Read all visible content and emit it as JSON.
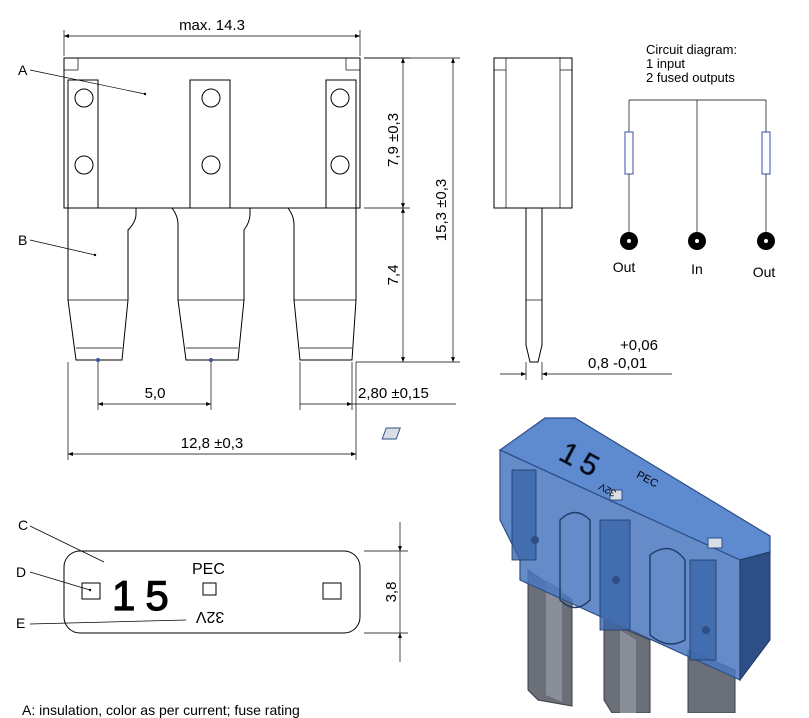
{
  "front_view": {
    "max_width": "max. 14.3",
    "label_a": "A",
    "label_b": "B",
    "dim_upper": "7,9 ±0,3",
    "dim_lower": "7,4",
    "dim_total": "15,3 ±0,3",
    "pitch": "5,0",
    "blade_width": "2,80 ±0,15",
    "overall_width": "12,8 ±0,3"
  },
  "side_view": {
    "tol_upper": "+0,06",
    "thickness": "0,8  -0,01"
  },
  "circuit": {
    "title": "Circuit diagram:",
    "line1": "1 input",
    "line2": "2 fused outputs",
    "terminal_left": "Out",
    "terminal_mid": "In",
    "terminal_right": "Out"
  },
  "top_view": {
    "label_c": "C",
    "label_d": "D",
    "label_e": "E",
    "rating": "15",
    "brand": "PEC",
    "voltage": "32V",
    "height": "3,8"
  },
  "footer": {
    "note": "A: insulation, color as per current; fuse rating"
  },
  "colors": {
    "fuse_body": "#4a78c0",
    "fuse_dark": "#2d4f86",
    "blade_grey": "#6b6f78",
    "circuit_fuse": "#3a4fa8"
  }
}
